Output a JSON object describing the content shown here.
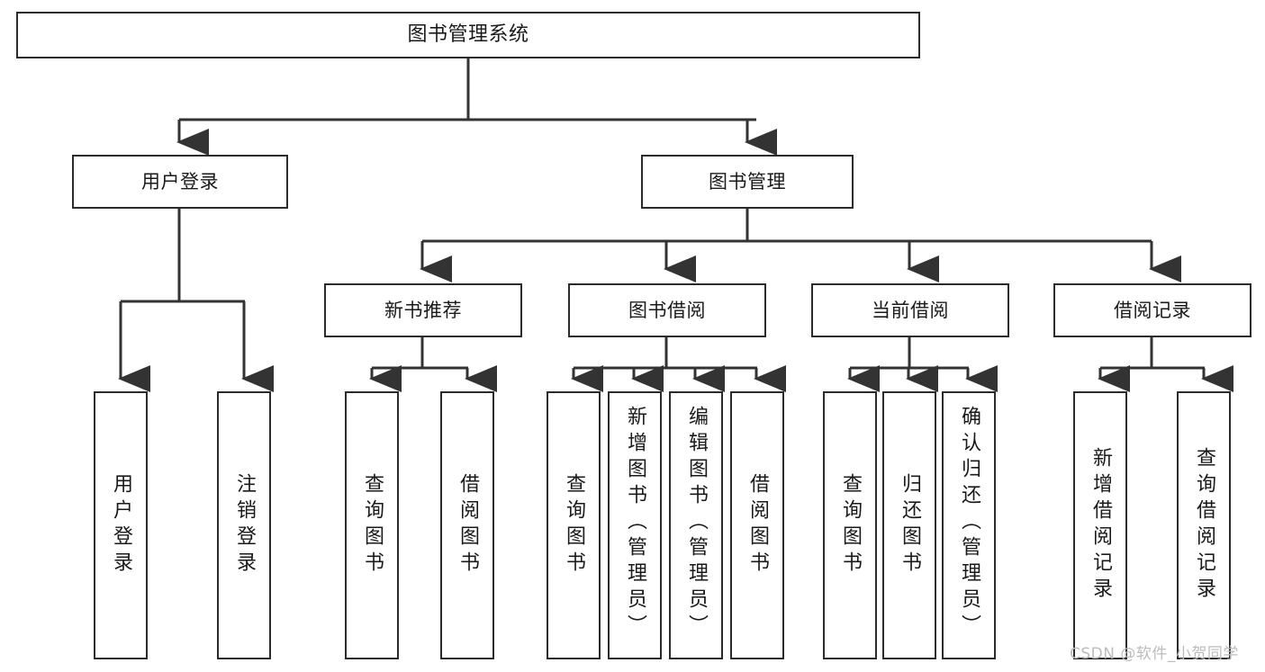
{
  "diagram": {
    "title": "图书管理系统",
    "type": "tree",
    "orientation": "top-down",
    "colors": {
      "node_border": "#2b2b2b",
      "node_fill": "#ffffff",
      "edge": "#333333",
      "text": "#1a1a1a",
      "watermark": "#bcbcbc",
      "background": "#ffffff"
    }
  },
  "watermark": "CSDN @软件_小贺同学",
  "nodes": {
    "root": {
      "label": "图书管理系统"
    },
    "level2": [
      {
        "id": "user-login",
        "label": "用户登录"
      },
      {
        "id": "book-manage",
        "label": "图书管理"
      }
    ],
    "level3": [
      {
        "id": "new-book-rec",
        "label": "新书推荐"
      },
      {
        "id": "book-borrow",
        "label": "图书借阅"
      },
      {
        "id": "current-borrow",
        "label": "当前借阅"
      },
      {
        "id": "borrow-record",
        "label": "借阅记录"
      }
    ],
    "leaves": {
      "user_login": [
        {
          "id": "leaf-user-login",
          "label": "用户登录"
        },
        {
          "id": "leaf-logout",
          "label": "注销登录"
        }
      ],
      "new_book_rec": [
        {
          "id": "leaf-query-book-1",
          "label": "查询图书"
        },
        {
          "id": "leaf-borrow-book-1",
          "label": "借阅图书"
        }
      ],
      "book_borrow": [
        {
          "id": "leaf-query-book-2",
          "label": "查询图书"
        },
        {
          "id": "leaf-add-book",
          "label": "新增图书（管理员）"
        },
        {
          "id": "leaf-edit-book",
          "label": "编辑图书（管理员）"
        },
        {
          "id": "leaf-borrow-book-2",
          "label": "借阅图书"
        }
      ],
      "current_borrow": [
        {
          "id": "leaf-query-book-3",
          "label": "查询图书"
        },
        {
          "id": "leaf-return-book",
          "label": "归还图书"
        },
        {
          "id": "leaf-confirm-return",
          "label": "确认归还（管理员）"
        }
      ],
      "borrow_record": [
        {
          "id": "leaf-add-record",
          "label": "新增借阅记录"
        },
        {
          "id": "leaf-query-record",
          "label": "查询借阅记录"
        }
      ]
    }
  }
}
